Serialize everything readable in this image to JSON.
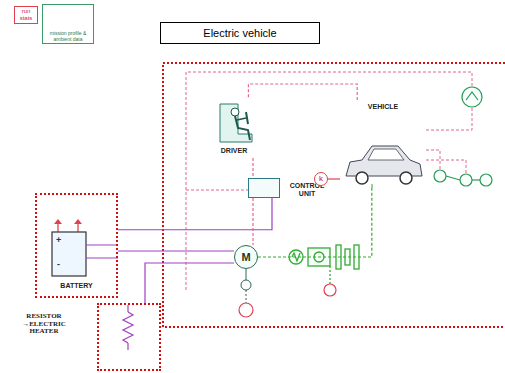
{
  "diagram": {
    "title": "Electric vehicle",
    "nodes": [
      {
        "text": [
          "run stats"
        ]
      },
      {
        "text": [
          "mission profile & ambient data"
        ]
      },
      {
        "text": [
          "BATTERY"
        ]
      },
      {
        "text": [
          "RESISTOR →ELECTRIC HEATER"
        ]
      },
      {
        "text": [
          "DRIVER"
        ]
      },
      {
        "text": [
          "CONTROL UNIT"
        ]
      },
      {
        "text": [
          "VEHICLE"
        ]
      },
      {
        "text": [
          "M"
        ]
      },
      {
        "text": [
          "k"
        ]
      }
    ],
    "edges": [
      {
        "from": 2,
        "to": 7,
        "arrow": "none"
      },
      {
        "from": 2,
        "to": 5,
        "arrow": "none"
      },
      {
        "from": 3,
        "to": 7,
        "arrow": "none"
      },
      {
        "from": 4,
        "to": 5,
        "arrow": "none"
      },
      {
        "from": 5,
        "to": 7,
        "arrow": "none"
      },
      {
        "from": 7,
        "to": 6,
        "arrow": "none"
      },
      {
        "from": 8,
        "to": 6,
        "arrow": "none"
      },
      {
        "from": 6,
        "to": 4,
        "arrow": "none"
      }
    ],
    "labels": [
      "+",
      "-"
    ]
  }
}
